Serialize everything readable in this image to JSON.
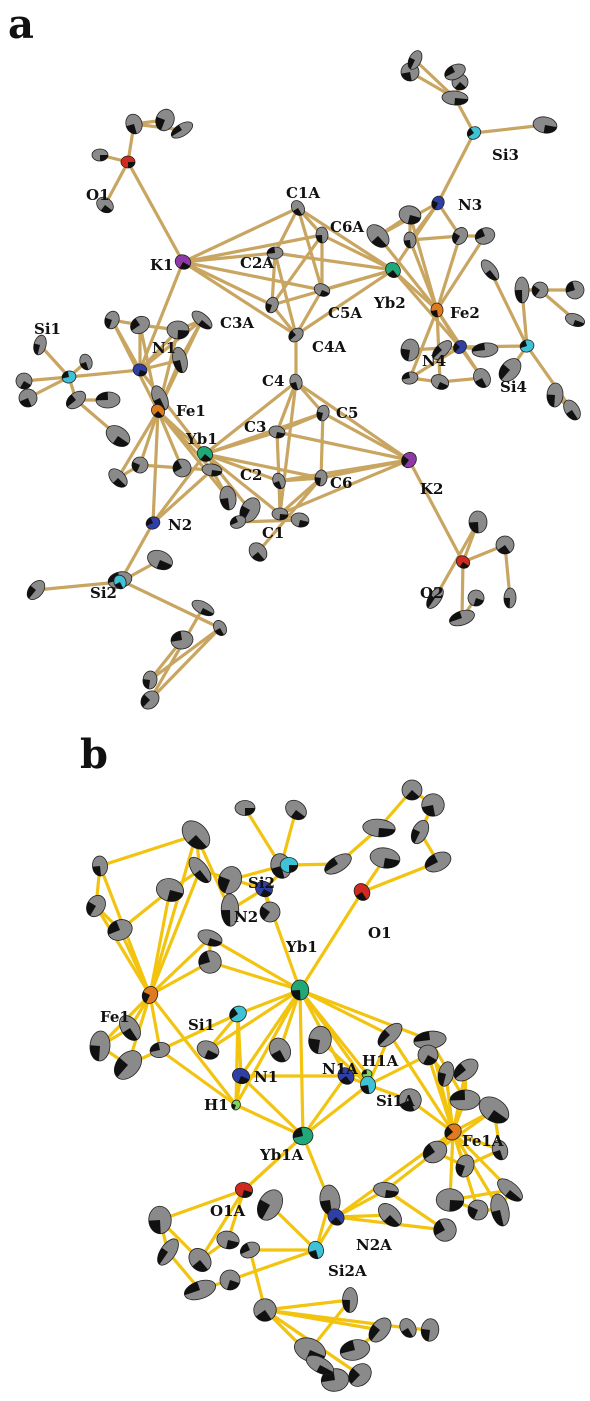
{
  "panels": [
    {
      "letter": "a",
      "labels": [
        "O1",
        "K1",
        "C1A",
        "C6A",
        "N3",
        "Si3",
        "C2A",
        "C5A",
        "Yb2",
        "Fe2",
        "C3A",
        "C4A",
        "Si1",
        "N1",
        "Fe1",
        "C4",
        "C5",
        "N4",
        "Si4",
        "C3",
        "Yb1",
        "C2",
        "C6",
        "K2",
        "N2",
        "C1",
        "O2",
        "Si2"
      ],
      "atoms": [
        {
          "el": "O",
          "label": "O1"
        },
        {
          "el": "K",
          "label": "K1"
        },
        {
          "el": "C",
          "label": "C1A"
        },
        {
          "el": "C",
          "label": "C6A"
        },
        {
          "el": "N",
          "label": "N3"
        },
        {
          "el": "Si",
          "label": "Si3"
        },
        {
          "el": "C",
          "label": "C2A"
        },
        {
          "el": "C",
          "label": "C5A"
        },
        {
          "el": "Yb",
          "label": "Yb2"
        },
        {
          "el": "Fe",
          "label": "Fe2"
        },
        {
          "el": "C",
          "label": "C3A"
        },
        {
          "el": "C",
          "label": "C4A"
        },
        {
          "el": "Si",
          "label": "Si1"
        },
        {
          "el": "N",
          "label": "N1"
        },
        {
          "el": "Fe",
          "label": "Fe1"
        },
        {
          "el": "C",
          "label": "C4"
        },
        {
          "el": "C",
          "label": "C5"
        },
        {
          "el": "N",
          "label": "N4"
        },
        {
          "el": "Si",
          "label": "Si4"
        },
        {
          "el": "C",
          "label": "C3"
        },
        {
          "el": "Yb",
          "label": "Yb1"
        },
        {
          "el": "C",
          "label": "C2"
        },
        {
          "el": "C",
          "label": "C6"
        },
        {
          "el": "K",
          "label": "K2"
        },
        {
          "el": "N",
          "label": "N2"
        },
        {
          "el": "C",
          "label": "C1"
        },
        {
          "el": "O",
          "label": "O2"
        },
        {
          "el": "Si",
          "label": "Si2"
        }
      ]
    },
    {
      "letter": "b",
      "labels": [
        "Si2",
        "N2",
        "O1",
        "Yb1",
        "Fe1",
        "Si1",
        "H1A",
        "N1",
        "N1A",
        "Si1A",
        "H1",
        "Fe1A",
        "Yb1A",
        "O1A",
        "N2A",
        "Si2A"
      ],
      "atoms": [
        {
          "el": "Si",
          "label": "Si2"
        },
        {
          "el": "N",
          "label": "N2"
        },
        {
          "el": "O",
          "label": "O1"
        },
        {
          "el": "Yb",
          "label": "Yb1"
        },
        {
          "el": "Fe",
          "label": "Fe1"
        },
        {
          "el": "Si",
          "label": "Si1"
        },
        {
          "el": "H",
          "label": "H1A"
        },
        {
          "el": "N",
          "label": "N1"
        },
        {
          "el": "N",
          "label": "N1A"
        },
        {
          "el": "Si",
          "label": "Si1A"
        },
        {
          "el": "H",
          "label": "H1"
        },
        {
          "el": "Fe",
          "label": "Fe1A"
        },
        {
          "el": "Yb",
          "label": "Yb1A"
        },
        {
          "el": "O",
          "label": "O1A"
        },
        {
          "el": "N",
          "label": "N2A"
        },
        {
          "el": "Si",
          "label": "Si2A"
        }
      ]
    }
  ],
  "colors": {
    "bond_a": "#c8a560",
    "bond_b": "#f2c40f",
    "C": "#8a8a8a",
    "Yb": "#20a878",
    "K": "#8e3aa6",
    "Fe": "#e07a1e",
    "Si": "#3fc2d6",
    "N": "#2f3fa6",
    "O": "#d02a20",
    "H": "#7fd45a"
  }
}
